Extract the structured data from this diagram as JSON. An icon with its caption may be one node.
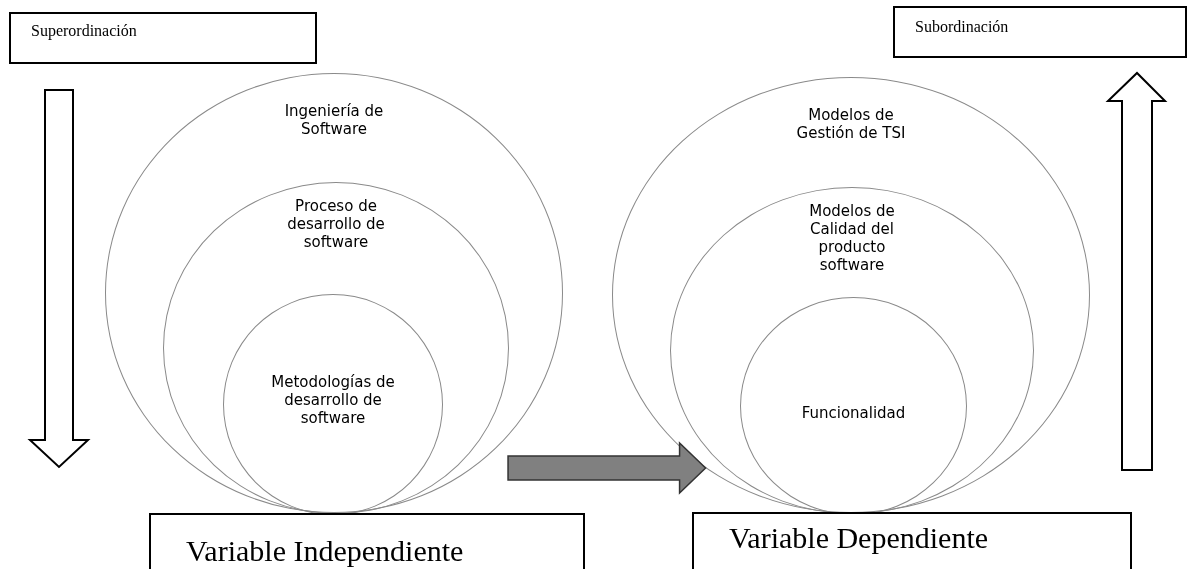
{
  "diagram": {
    "nodes": [
      {
        "text": [
          "Superordinación"
        ]
      },
      {
        "text": [
          "Ingeniería de Software"
        ]
      },
      {
        "text": [
          "Proceso de desarrollo de software"
        ],
        "in": 1
      },
      {
        "text": [
          "Metodologías de desarrollo de software"
        ],
        "in": 2
      },
      {
        "text": [
          "Variable Independiente"
        ]
      },
      {
        "text": [
          "Subordinación"
        ]
      },
      {
        "text": [
          "Modelos de Gestión de TSI"
        ]
      },
      {
        "text": [
          "Modelos de Calidad del producto software"
        ],
        "in": 6
      },
      {
        "text": [
          "Funcionalidad"
        ],
        "in": 7
      },
      {
        "text": [
          "Variable Dependiente"
        ]
      }
    ],
    "edges": [
      {
        "from": 1,
        "to": 6,
        "arrow": "to",
        "style": "thick",
        "color": "#808080"
      }
    ]
  }
}
